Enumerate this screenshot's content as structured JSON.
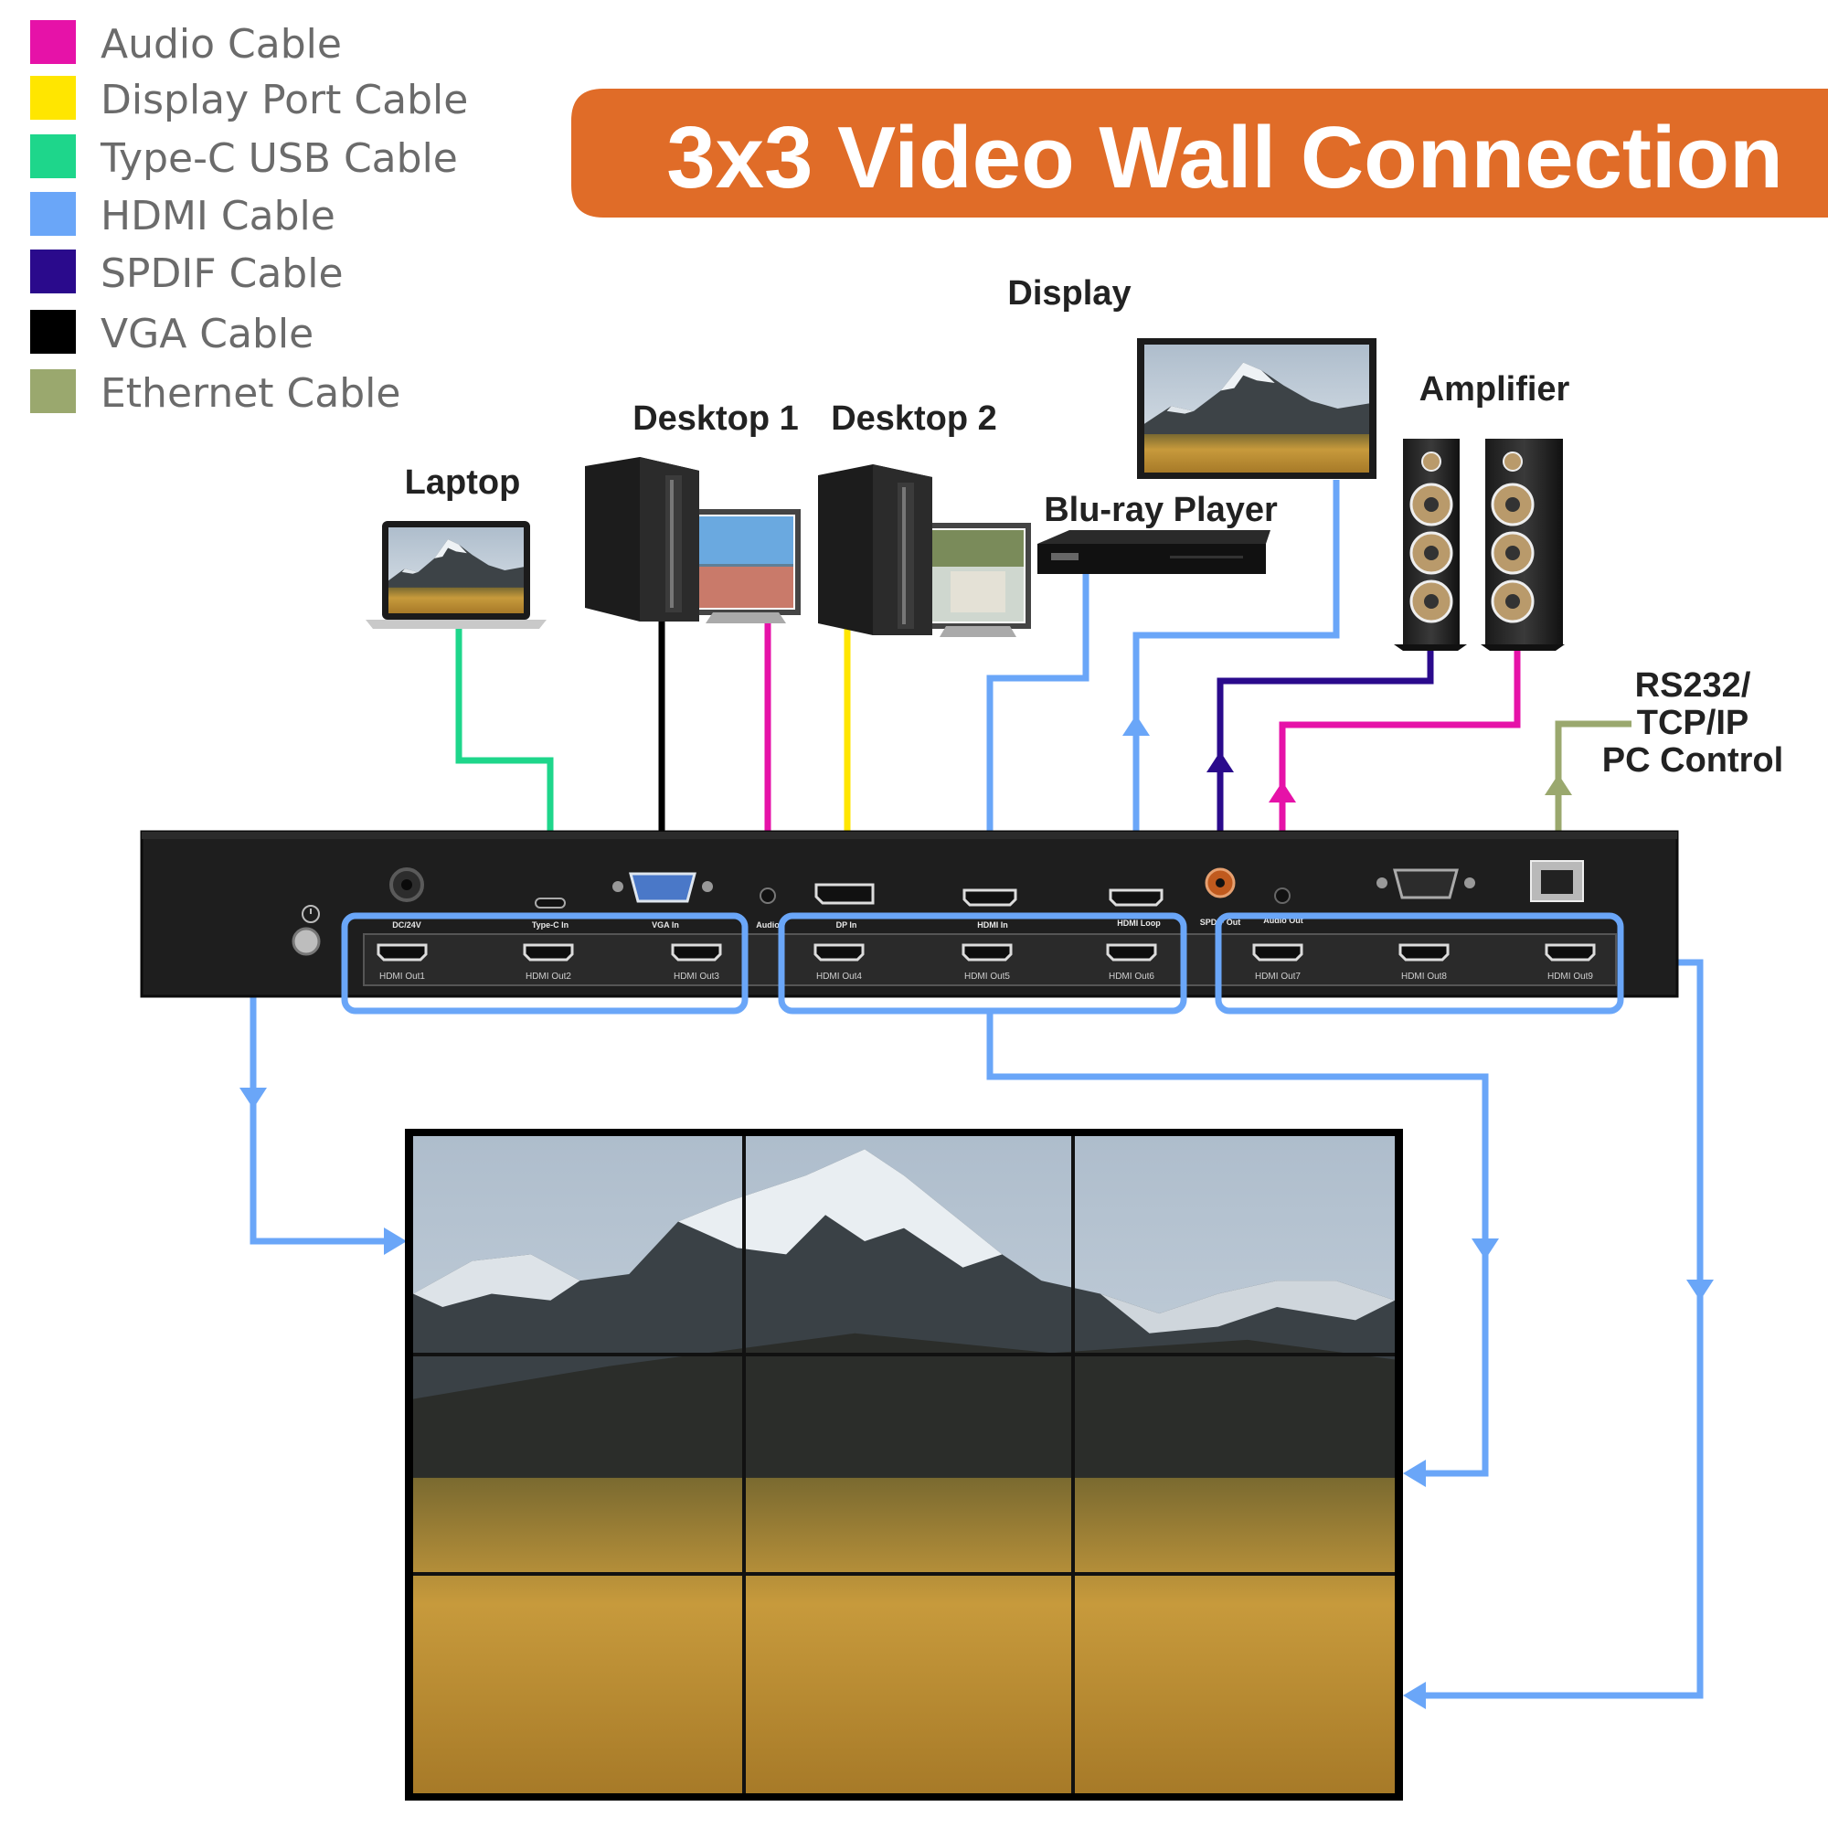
{
  "title": "3x3 Video Wall Connection",
  "colors": {
    "audio": "#e612a8",
    "displayport": "#ffe600",
    "typec": "#1ed68b",
    "hdmi": "#6aa6f8",
    "spdif": "#2a0a8c",
    "vga": "#000000",
    "ethernet": "#9aa86e",
    "banner": "#e06c28"
  },
  "legend": [
    {
      "label": "Audio Cable",
      "color": "#e612a8"
    },
    {
      "label": "Display Port Cable",
      "color": "#ffe600"
    },
    {
      "label": "Type-C USB Cable",
      "color": "#1ed68b"
    },
    {
      "label": "HDMI Cable",
      "color": "#6aa6f8"
    },
    {
      "label": "SPDIF Cable",
      "color": "#2a0a8c"
    },
    {
      "label": "VGA Cable",
      "color": "#000000"
    },
    {
      "label": "Ethernet Cable",
      "color": "#9aa86e"
    }
  ],
  "devices": {
    "laptop": "Laptop",
    "desktop1": "Desktop 1",
    "desktop2": "Desktop 2",
    "bluray": "Blu-ray Player",
    "display": "Display",
    "amplifier": "Amplifier",
    "rs232_line1": "RS232/",
    "rs232_line2": "TCP/IP",
    "rs232_line3": "PC Control"
  },
  "ports": {
    "dc": "DC/24V",
    "typec": "Type-C In",
    "vga": "VGA In",
    "audio": "Audio",
    "dp": "DP In",
    "hdmi_in": "HDMI In",
    "hdmi_loop": "HDMI Loop",
    "spdif": "SPDIF Out",
    "audio_out": "Audio Out"
  },
  "outputs": [
    "HDMI Out1",
    "HDMI Out2",
    "HDMI Out3",
    "HDMI Out4",
    "HDMI Out5",
    "HDMI Out6",
    "HDMI Out7",
    "HDMI Out8",
    "HDMI Out9"
  ]
}
